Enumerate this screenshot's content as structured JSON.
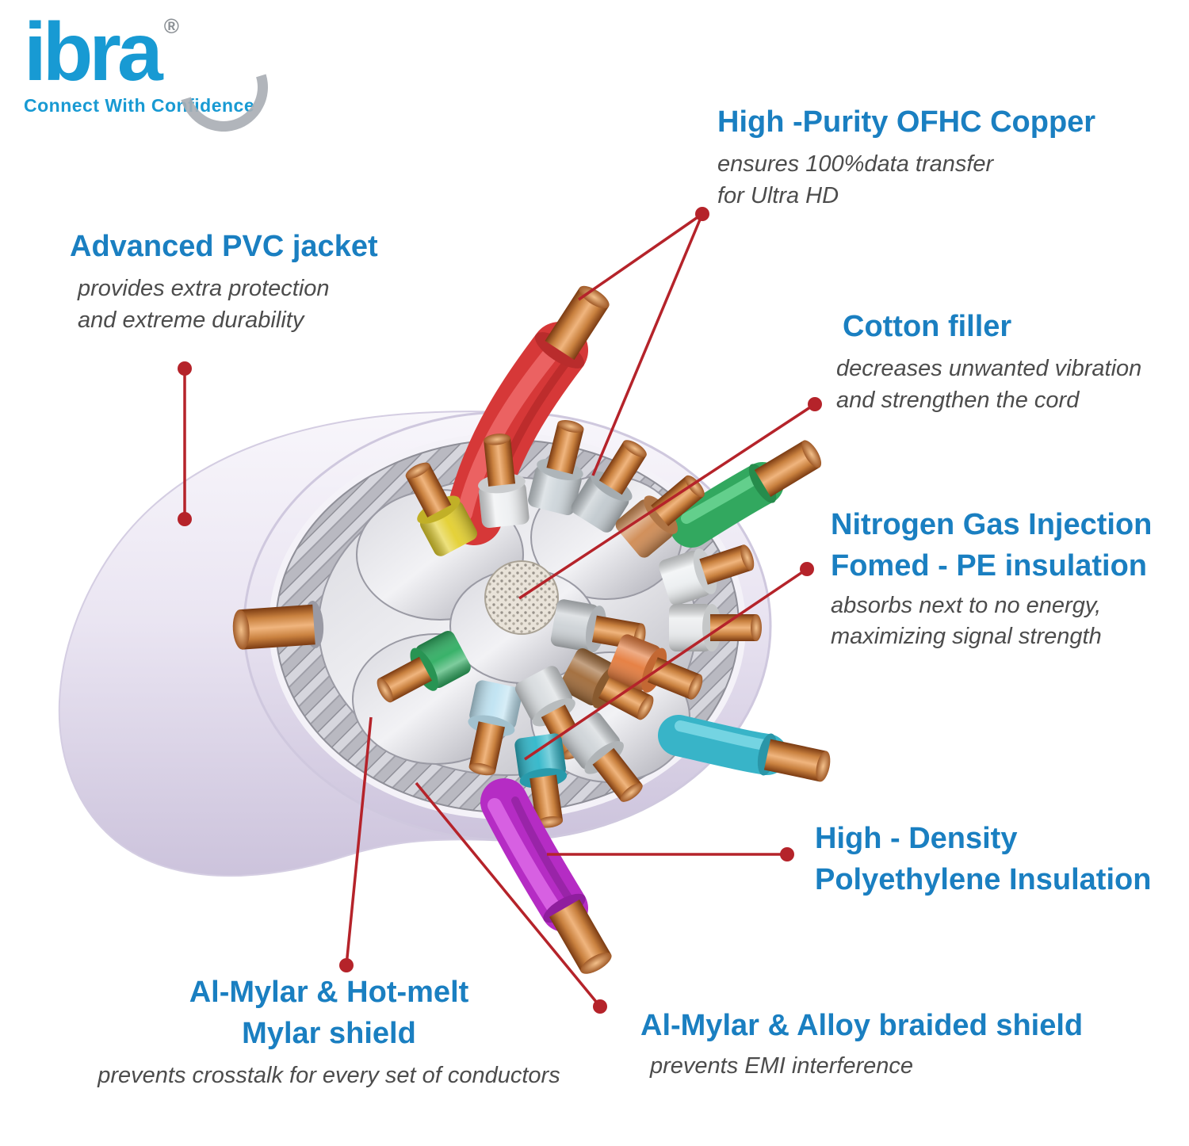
{
  "logo": {
    "brand": "ibra",
    "registered": "®",
    "tagline": "Connect With Confidence"
  },
  "labels": {
    "copper": {
      "title": "High -Purity OFHC Copper",
      "line1": "ensures 100%data transfer",
      "line2": "for Ultra HD"
    },
    "pvc": {
      "title": "Advanced PVC jacket",
      "line1": "provides extra protection",
      "line2": "and extreme durability"
    },
    "cotton": {
      "title": "Cotton filler",
      "line1": "decreases unwanted vibration",
      "line2": "and strengthen the cord"
    },
    "nitrogen": {
      "title1": "Nitrogen Gas Injection",
      "title2": "Fomed - PE insulation",
      "line1": "absorbs next to no energy,",
      "line2": "maximizing signal strength"
    },
    "hd": {
      "title1": "High - Density",
      "title2": "Polyethylene Insulation"
    },
    "mylar": {
      "title1": "Al-Mylar & Hot-melt",
      "title2": "Mylar shield",
      "line1": "prevents crosstalk for every set of conductors"
    },
    "braided": {
      "title": "Al-Mylar & Alloy braided shield",
      "line1": "prevents EMI interference"
    }
  },
  "colors": {
    "heading_blue": "#1a7fc1",
    "logo_blue": "#189ad3",
    "subtext_gray": "#4c4c4c",
    "annotation_red": "#b5232a",
    "copper": "#c9813f",
    "jacket_white": "#ece8f4",
    "wire_red": "#d63838",
    "wire_green": "#32a85f",
    "wire_cyan": "#38b4c8",
    "wire_purple": "#b52cc4"
  }
}
